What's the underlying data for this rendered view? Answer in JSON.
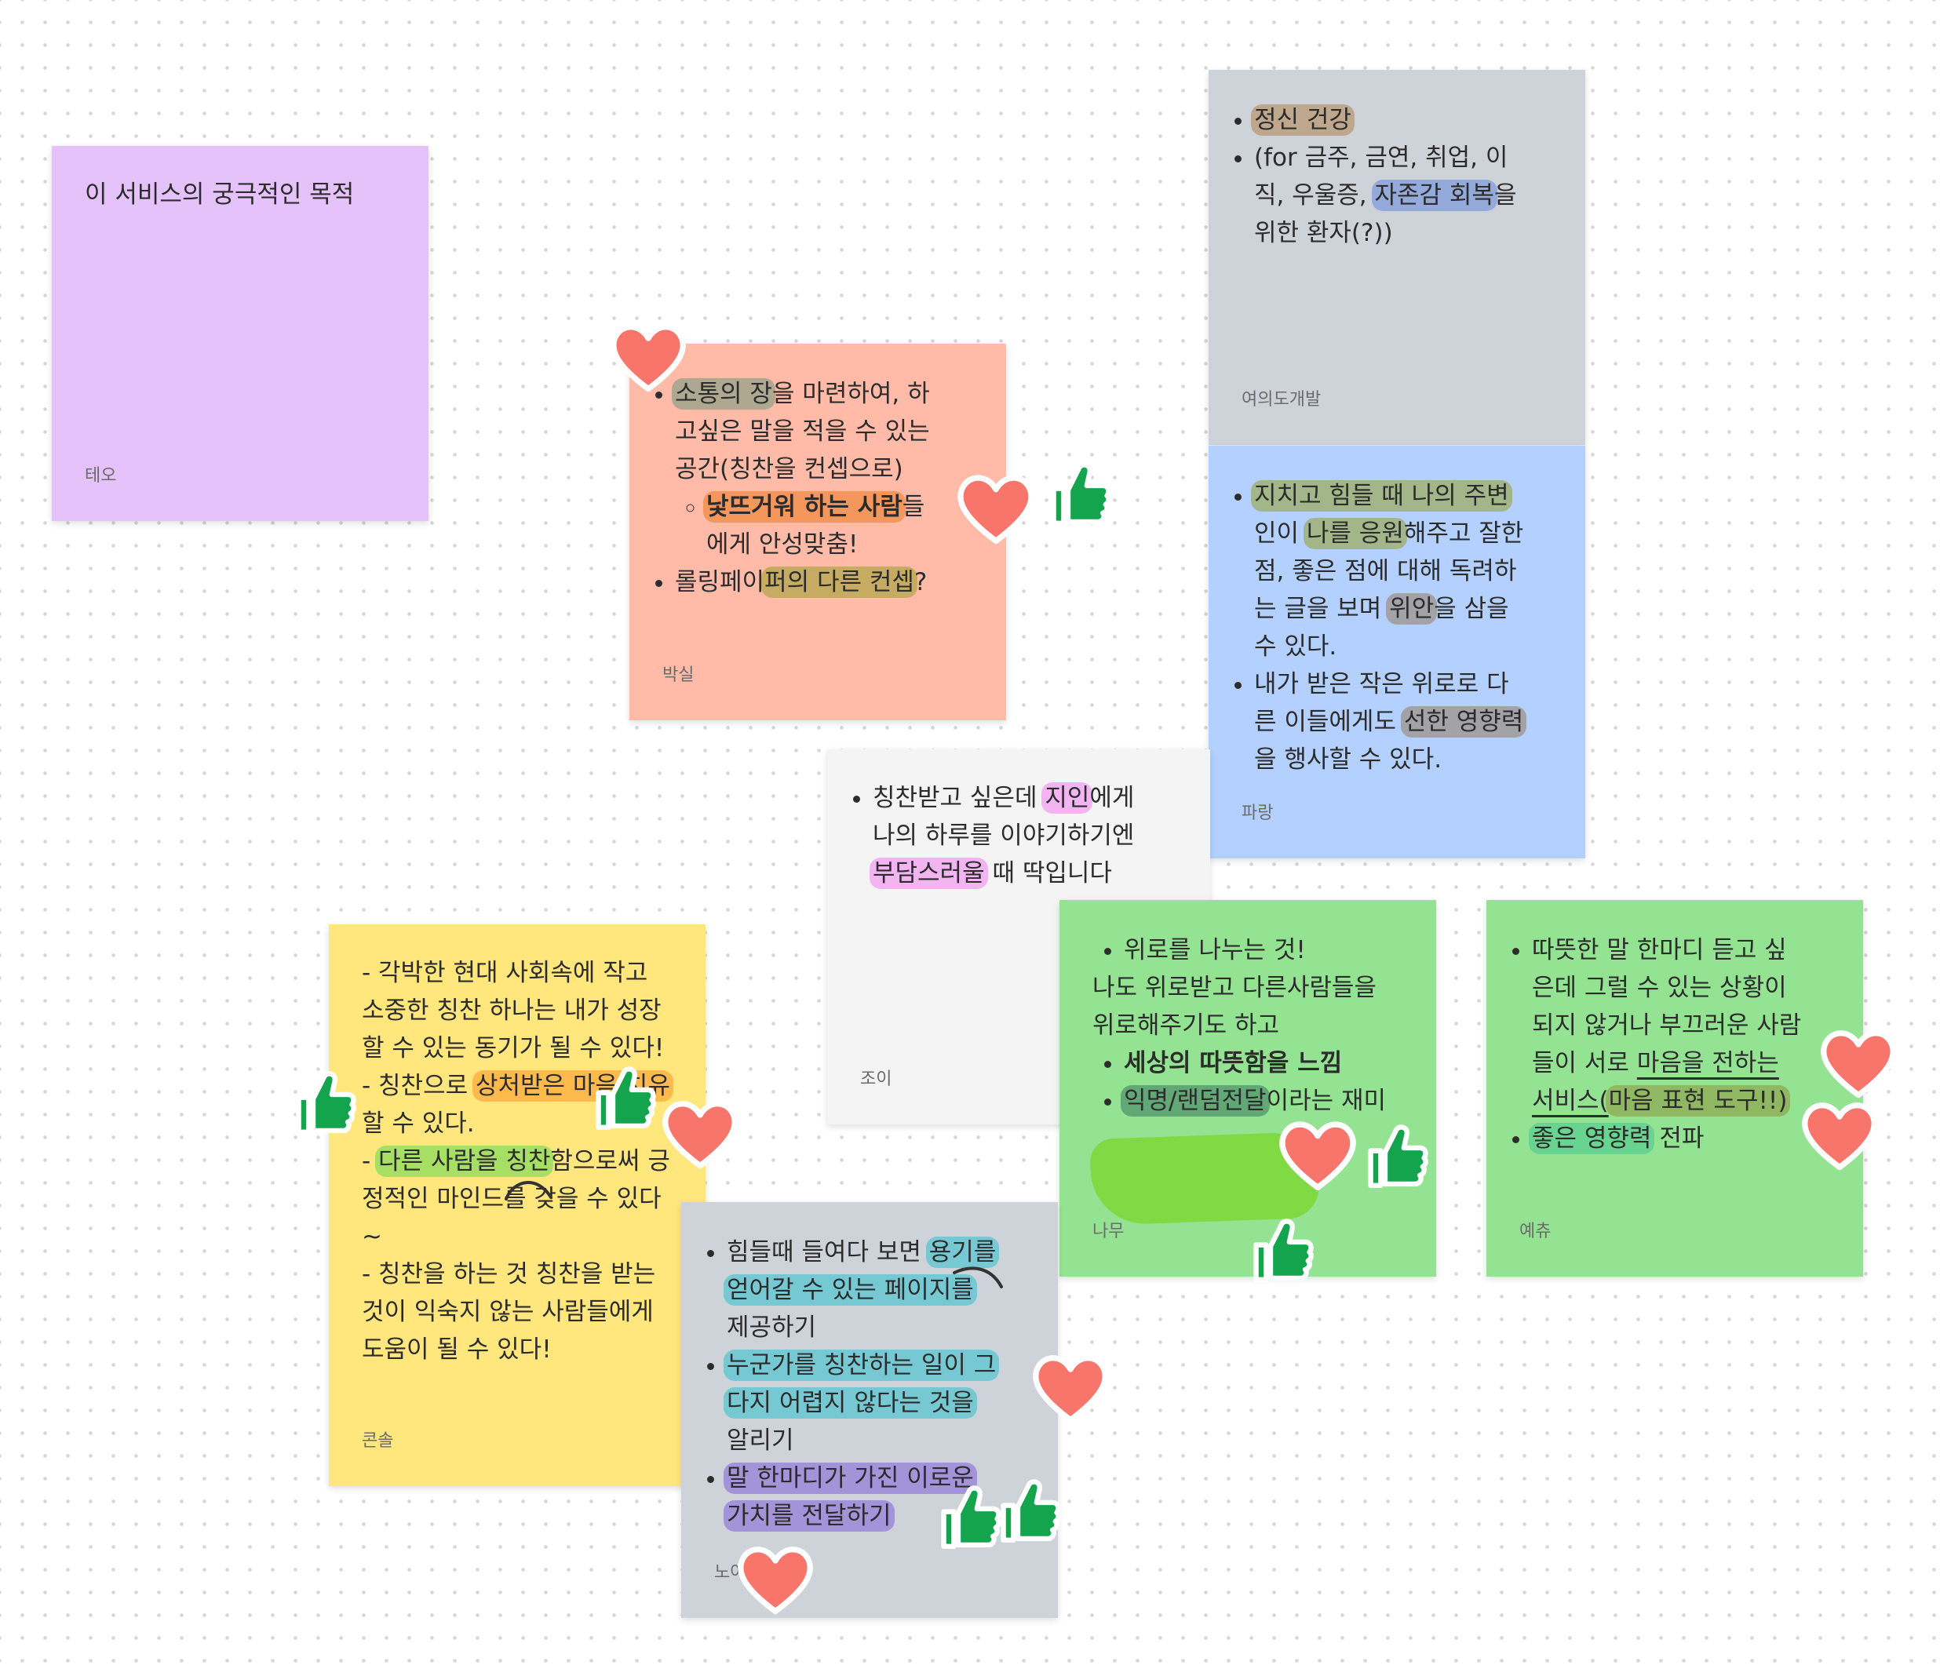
{
  "notes": {
    "teo": {
      "title": "이 서비스의 궁극적인 목적",
      "author": "테오",
      "color": "#e6c2fb"
    },
    "yeoui": {
      "items": [
        "정신 건강",
        "(for 금주, 금연, 취업, 이직, 우울증, 자존감 회복을 위한 환자(?))"
      ],
      "item1_parts": [
        "(for 금주, 금연, 취업, 이",
        "직, 우울증, ",
        "자존감 회복",
        "을",
        "위한 환자(?))"
      ],
      "author": "여의도개발",
      "color": "#ced2d9"
    },
    "baksil": {
      "item1_parts": [
        "소통의 장",
        "을 마련하여, 하",
        "고싶은 말을 적을 수 있는",
        "공간(칭찬을 컨셉으로)"
      ],
      "sub_parts": [
        "낯뜨거워 하는 사람",
        "들",
        "에게 안성맞춤!"
      ],
      "item2_parts": [
        "롤링페이",
        "퍼의 다른 컨셉",
        "?"
      ],
      "author": "박실",
      "color": "#ffbba8"
    },
    "parang": {
      "item1_parts": [
        "지치고 힘들 때 나의 주변",
        "인이 ",
        "나를 응원",
        "해주고 잘한",
        "점, 좋은 점에 대해 독려하",
        "는 글을 보며 ",
        "위안",
        "을 삼을",
        "수 있다."
      ],
      "item2_parts": [
        "내가 받은 작은 위로로 다",
        "른 이들에게도 ",
        "선한 영향력",
        "을 행사할 수 있다."
      ],
      "author": "파랑",
      "color": "#b3d0fe"
    },
    "joy": {
      "item_parts": [
        "칭찬받고 싶은데 ",
        "지인",
        "에게",
        "나의 하루를 이야기하기엔",
        "부담스러울",
        " 때 딱입니다"
      ],
      "author": "조이",
      "color": "#f4f4f4"
    },
    "konsol": {
      "lines": [
        [
          "- 각박한 현대 사회속에 작고"
        ],
        [
          "소중한 칭찬 하나는 내가 성장"
        ],
        [
          "할 수 있는 동기가 될 수 있다!"
        ],
        [
          "- 칭찬으로 ",
          "상처받은 마음 치유"
        ],
        [
          "할 수 있다."
        ],
        [
          "- ",
          "다른 사람을 칭찬",
          "함으로써 긍"
        ],
        [
          "정적인 마인드를 갖을 수 있다"
        ],
        [
          "~"
        ],
        [
          "- 칭찬을 하는 것 칭찬을 받는"
        ],
        [
          "것이 익숙지 않는 사람들에게"
        ],
        [
          "도움이 될 수 있다!"
        ]
      ],
      "author": "콘솔",
      "color": "#ffe67d"
    },
    "namu": {
      "item1": "위로를 나누는 것!",
      "line1": "나도 위로받고 다른사람들을",
      "line2": "위로해주기도 하고",
      "item2": "세상의 따뜻함을 느낌",
      "item3_parts": [
        "익명/랜덤전달",
        "이라는 재미"
      ],
      "author": "나무",
      "color": "#94e393"
    },
    "yechu": {
      "item1_parts": [
        "따뜻한 말 한마디 듣고 싶",
        "은데 그럴 수 있는 상황이",
        "되지 않거나 부끄러운 사람",
        "들이 서로 ",
        "마음을 전하는",
        "서비스(",
        "마음 표현 도구!!)"
      ],
      "item2_parts": [
        "좋은 영향력",
        " 전파"
      ],
      "author": "예츄",
      "color": "#94e393"
    },
    "no": {
      "item1_parts": [
        "힘들때 들여다 보면 ",
        "용기를",
        "얻어갈 수 있는 페이지를",
        "제공하기"
      ],
      "item2_parts": [
        "누군가를 칭찬하는 일이 그",
        "다지 어렵지 않다는 것을",
        "알리기"
      ],
      "item3_parts": [
        "말 한마디가 가진 이로운",
        "가치를 전달하기"
      ],
      "author": "노아",
      "color": "#ced2d9"
    }
  },
  "stickers": {
    "heart_color": "#f7756b",
    "thumb_color": "#14a44d",
    "heart_icon": "heart-sticker-icon",
    "thumb_icon": "thumbs-up-sticker-icon"
  }
}
